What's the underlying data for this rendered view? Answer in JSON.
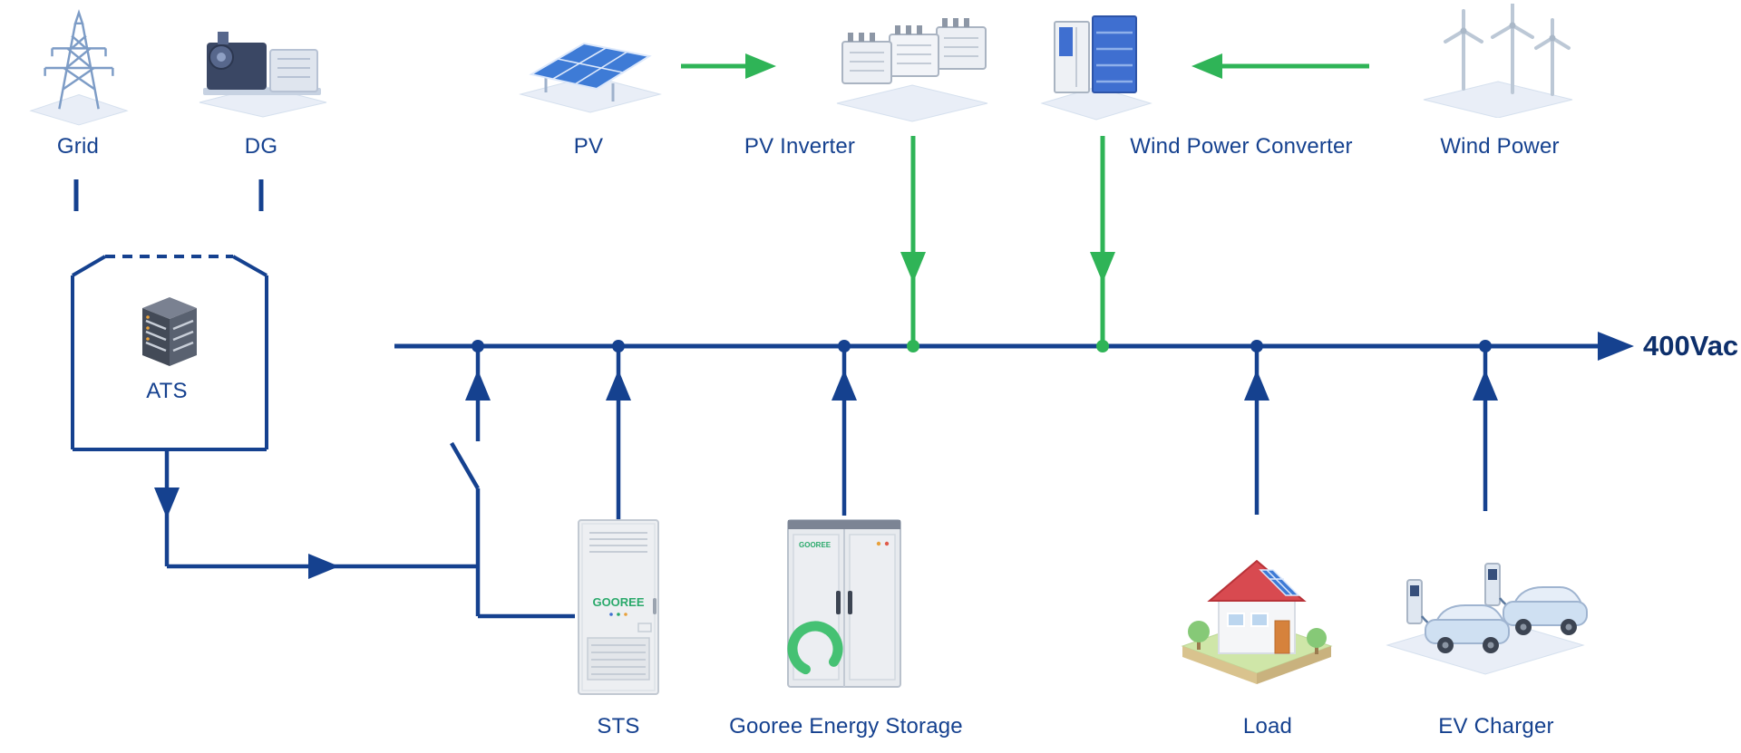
{
  "diagram": {
    "bus_label": "400Vac",
    "nodes": {
      "grid": "Grid",
      "dg": "DG",
      "pv": "PV",
      "pv_inverter": "PV Inverter",
      "wind_power_converter": "Wind Power Converter",
      "wind_power": "Wind Power",
      "ats": "ATS",
      "sts": "STS",
      "energy_storage": "Gooree Energy Storage",
      "load": "Load",
      "ev_charger": "EV Charger"
    },
    "brand_logo": "GOOREE",
    "colors": {
      "bus_blue": "#15418f",
      "flow_green": "#2fb457",
      "label_text": "#15418f",
      "bus_voltage_text": "#0d2f6b"
    }
  }
}
